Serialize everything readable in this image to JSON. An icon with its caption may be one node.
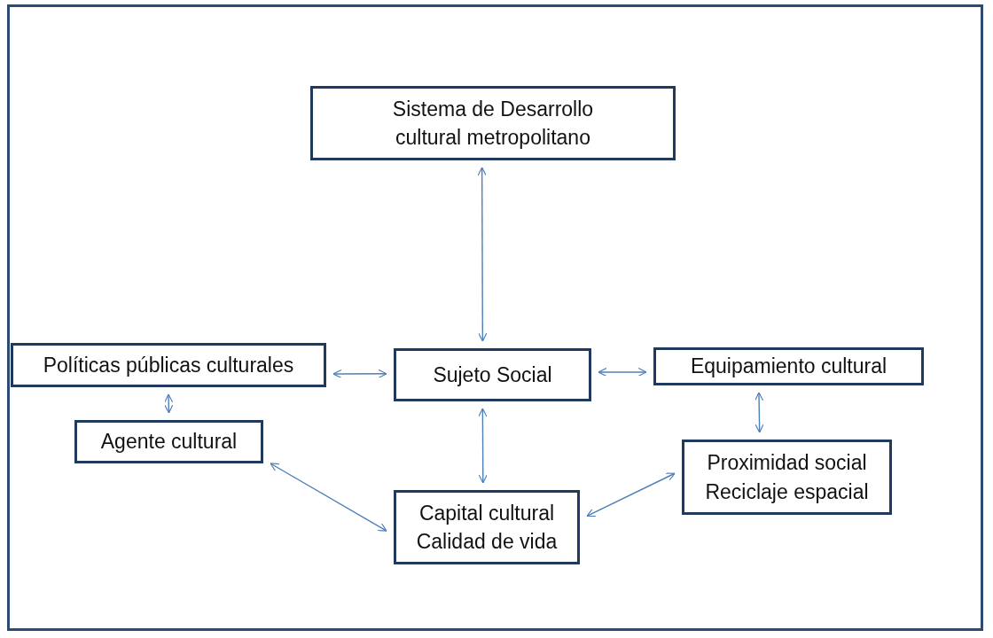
{
  "diagram": {
    "nodes": [
      {
        "text": [
          "Sistema de Desarrollo cultural metropolitano"
        ]
      },
      {
        "text": [
          "Políticas públicas culturales"
        ]
      },
      {
        "text": [
          "Sujeto Social"
        ]
      },
      {
        "text": [
          "Equipamiento cultural"
        ]
      },
      {
        "text": [
          "Agente cultural"
        ]
      },
      {
        "text": [
          "Proximidad social Reciclaje espacial"
        ]
      },
      {
        "text": [
          "Capital cultural Calidad de vida"
        ]
      }
    ],
    "edges": [
      {
        "from": 0,
        "to": 2,
        "arrow": "both"
      },
      {
        "from": 1,
        "to": 2,
        "arrow": "both"
      },
      {
        "from": 2,
        "to": 3,
        "arrow": "both"
      },
      {
        "from": 1,
        "to": 4,
        "arrow": "both"
      },
      {
        "from": 3,
        "to": 5,
        "arrow": "both"
      },
      {
        "from": 2,
        "to": 6,
        "arrow": "both"
      },
      {
        "from": 4,
        "to": 6,
        "arrow": "both"
      },
      {
        "from": 6,
        "to": 5,
        "arrow": "both"
      }
    ]
  }
}
